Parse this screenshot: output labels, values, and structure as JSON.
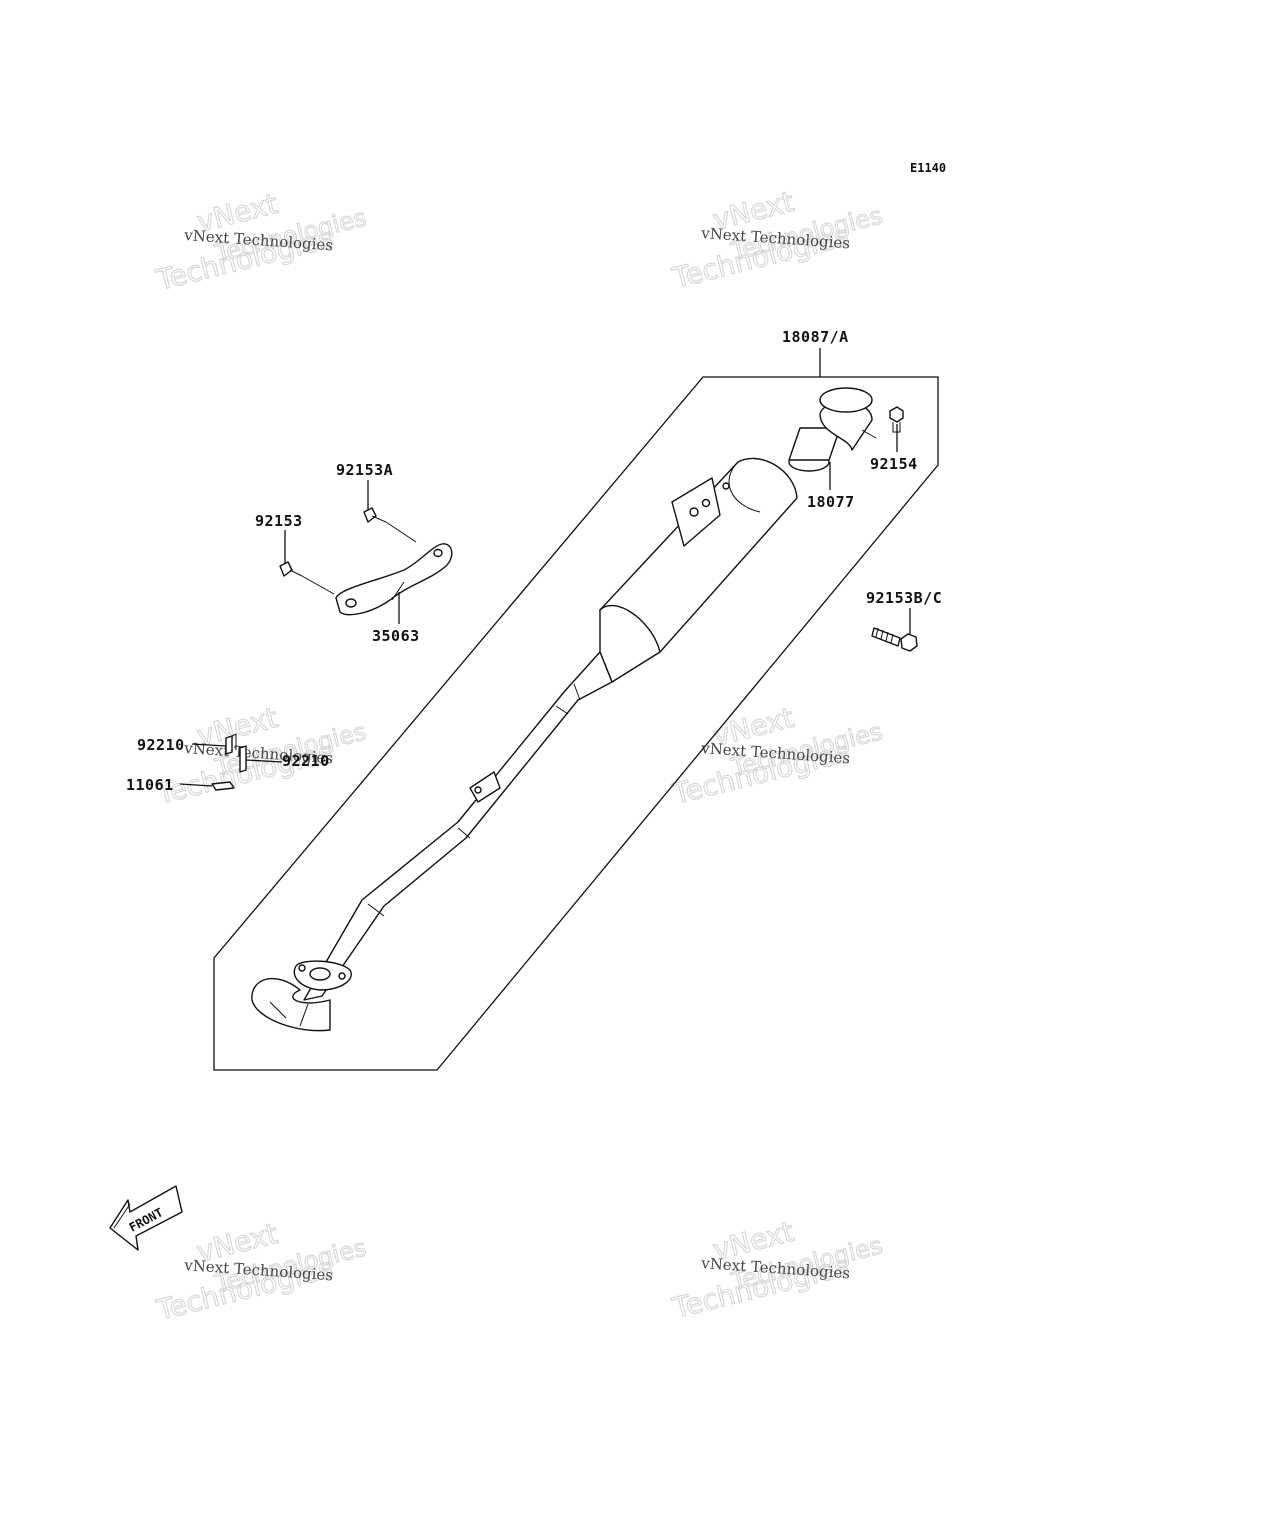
{
  "diagram_code": "E1140",
  "parts": {
    "p18087": "18087/A",
    "p18077": "18077",
    "p92154": "92154",
    "p92153A": "92153A",
    "p92153": "92153",
    "p35063": "35063",
    "p92153BC": "92153B/C",
    "p92210a": "92210",
    "p92210b": "92210",
    "p11061": "11061"
  },
  "front_label": "FRONT",
  "watermark": {
    "company": "vNext Technologies",
    "word1": "vNext",
    "word2": "Technologies"
  }
}
